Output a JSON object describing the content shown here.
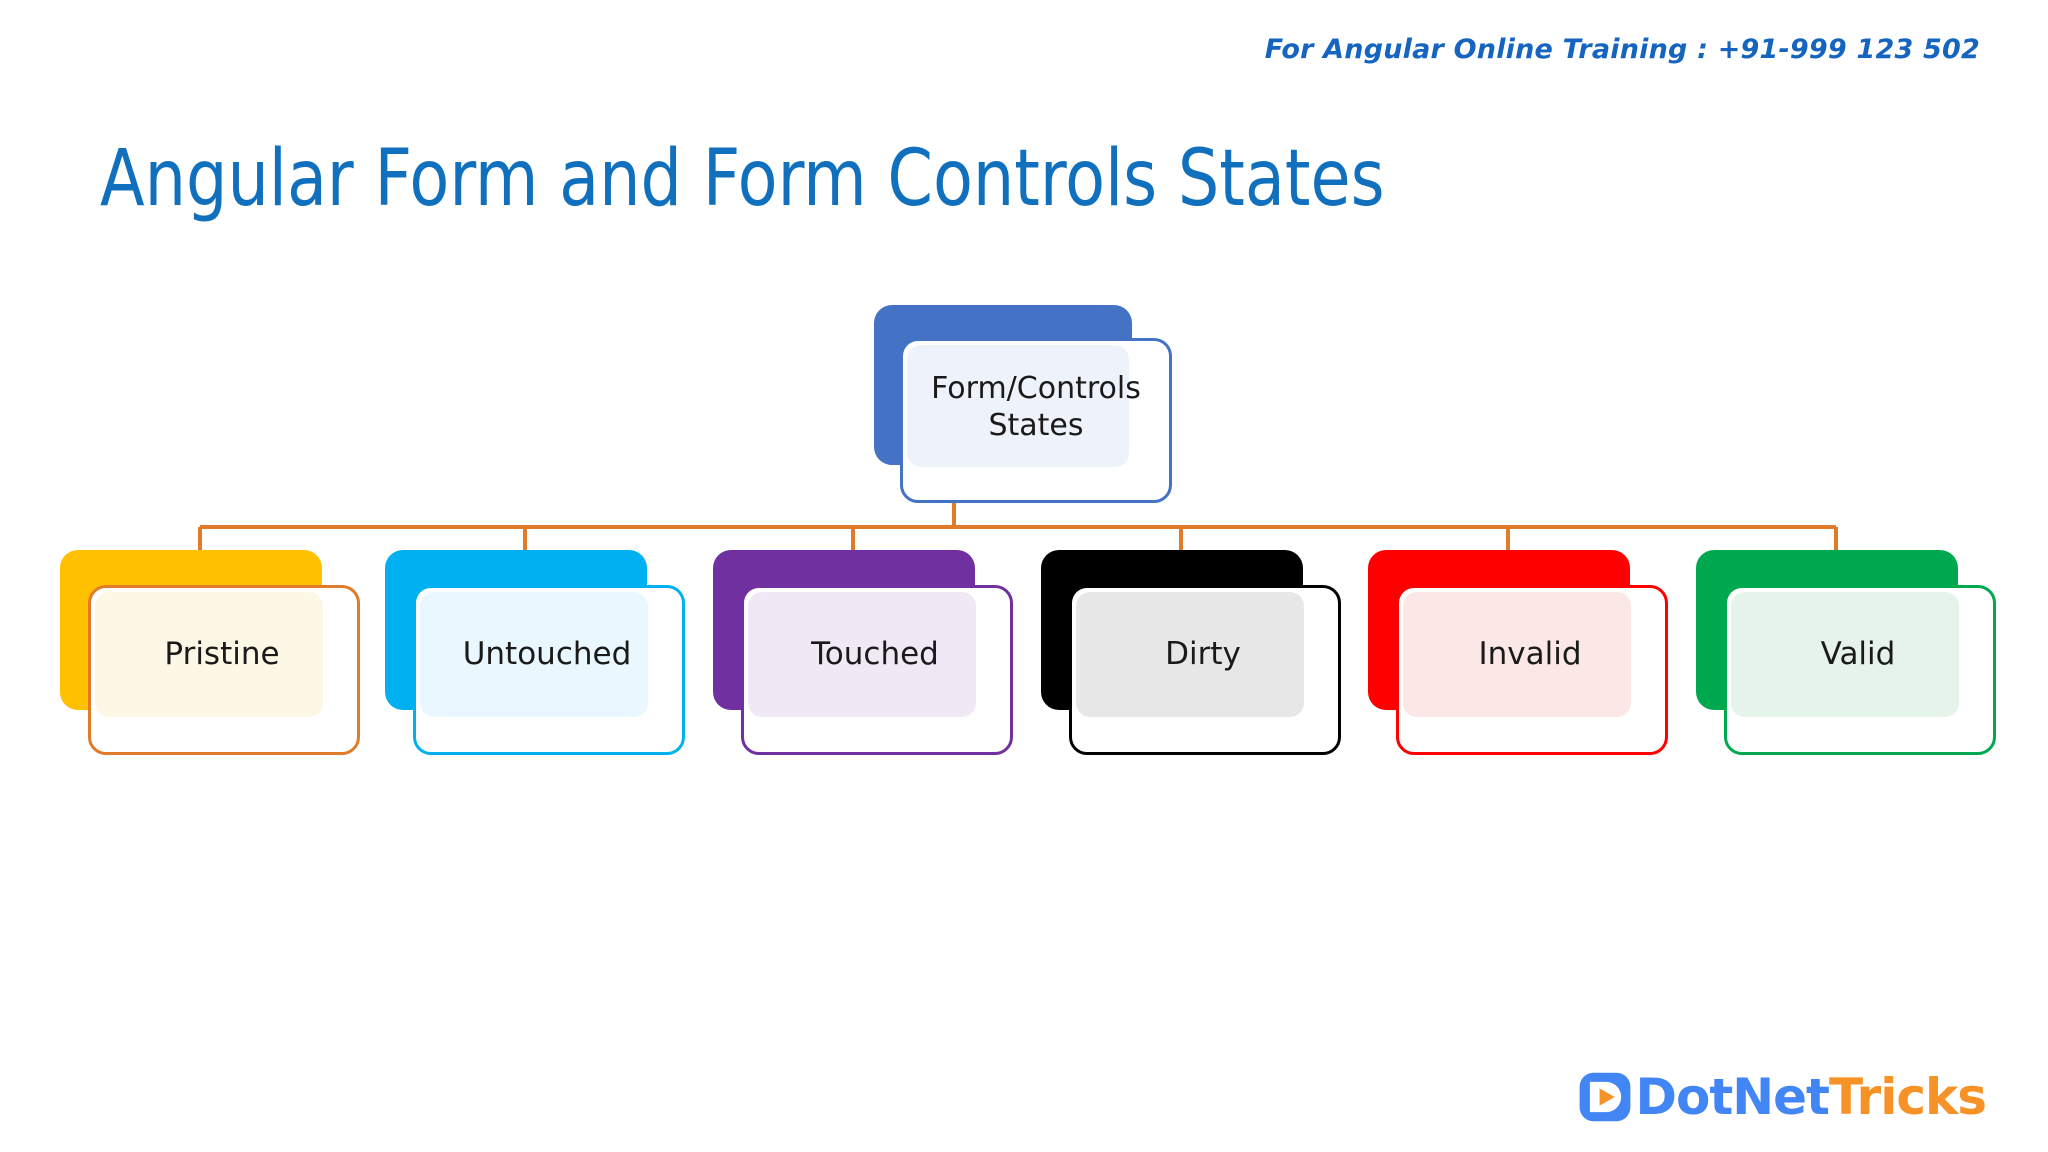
{
  "header": {
    "promo": "For Angular Online Training : +91-999 123 502",
    "title": "Angular Form and Form Controls States"
  },
  "diagram": {
    "type": "hierarchy-tree",
    "connector_color": "#E07B2A",
    "root": {
      "label": "Form/Controls\nStates",
      "slab_color": "#4472C4",
      "border_color": "#4472C4",
      "tint_color": "#EEF2FA"
    },
    "children": [
      {
        "label": "Pristine",
        "slab_color": "#FFC000",
        "border_color": "#E07B2A",
        "tint_color": "#FDF7E6"
      },
      {
        "label": "Untouched",
        "slab_color": "#00B0F0",
        "border_color": "#00B0F0",
        "tint_color": "#E9F8FE"
      },
      {
        "label": "Touched",
        "slab_color": "#7030A0",
        "border_color": "#7030A0",
        "tint_color": "#F0E9F5"
      },
      {
        "label": "Dirty",
        "slab_color": "#000000",
        "border_color": "#000000",
        "tint_color": "#E7E7E7"
      },
      {
        "label": "Invalid",
        "slab_color": "#FF0000",
        "border_color": "#FF0000",
        "tint_color": "#FCE7E7"
      },
      {
        "label": "Valid",
        "slab_color": "#00A94F",
        "border_color": "#00A94F",
        "tint_color": "#E5F3EB"
      }
    ]
  },
  "logo": {
    "mark": "play-button-icon",
    "primary_text": "DotNet",
    "accent_text": "Tricks",
    "primary_color": "#4285F4",
    "accent_color": "#F79226"
  }
}
